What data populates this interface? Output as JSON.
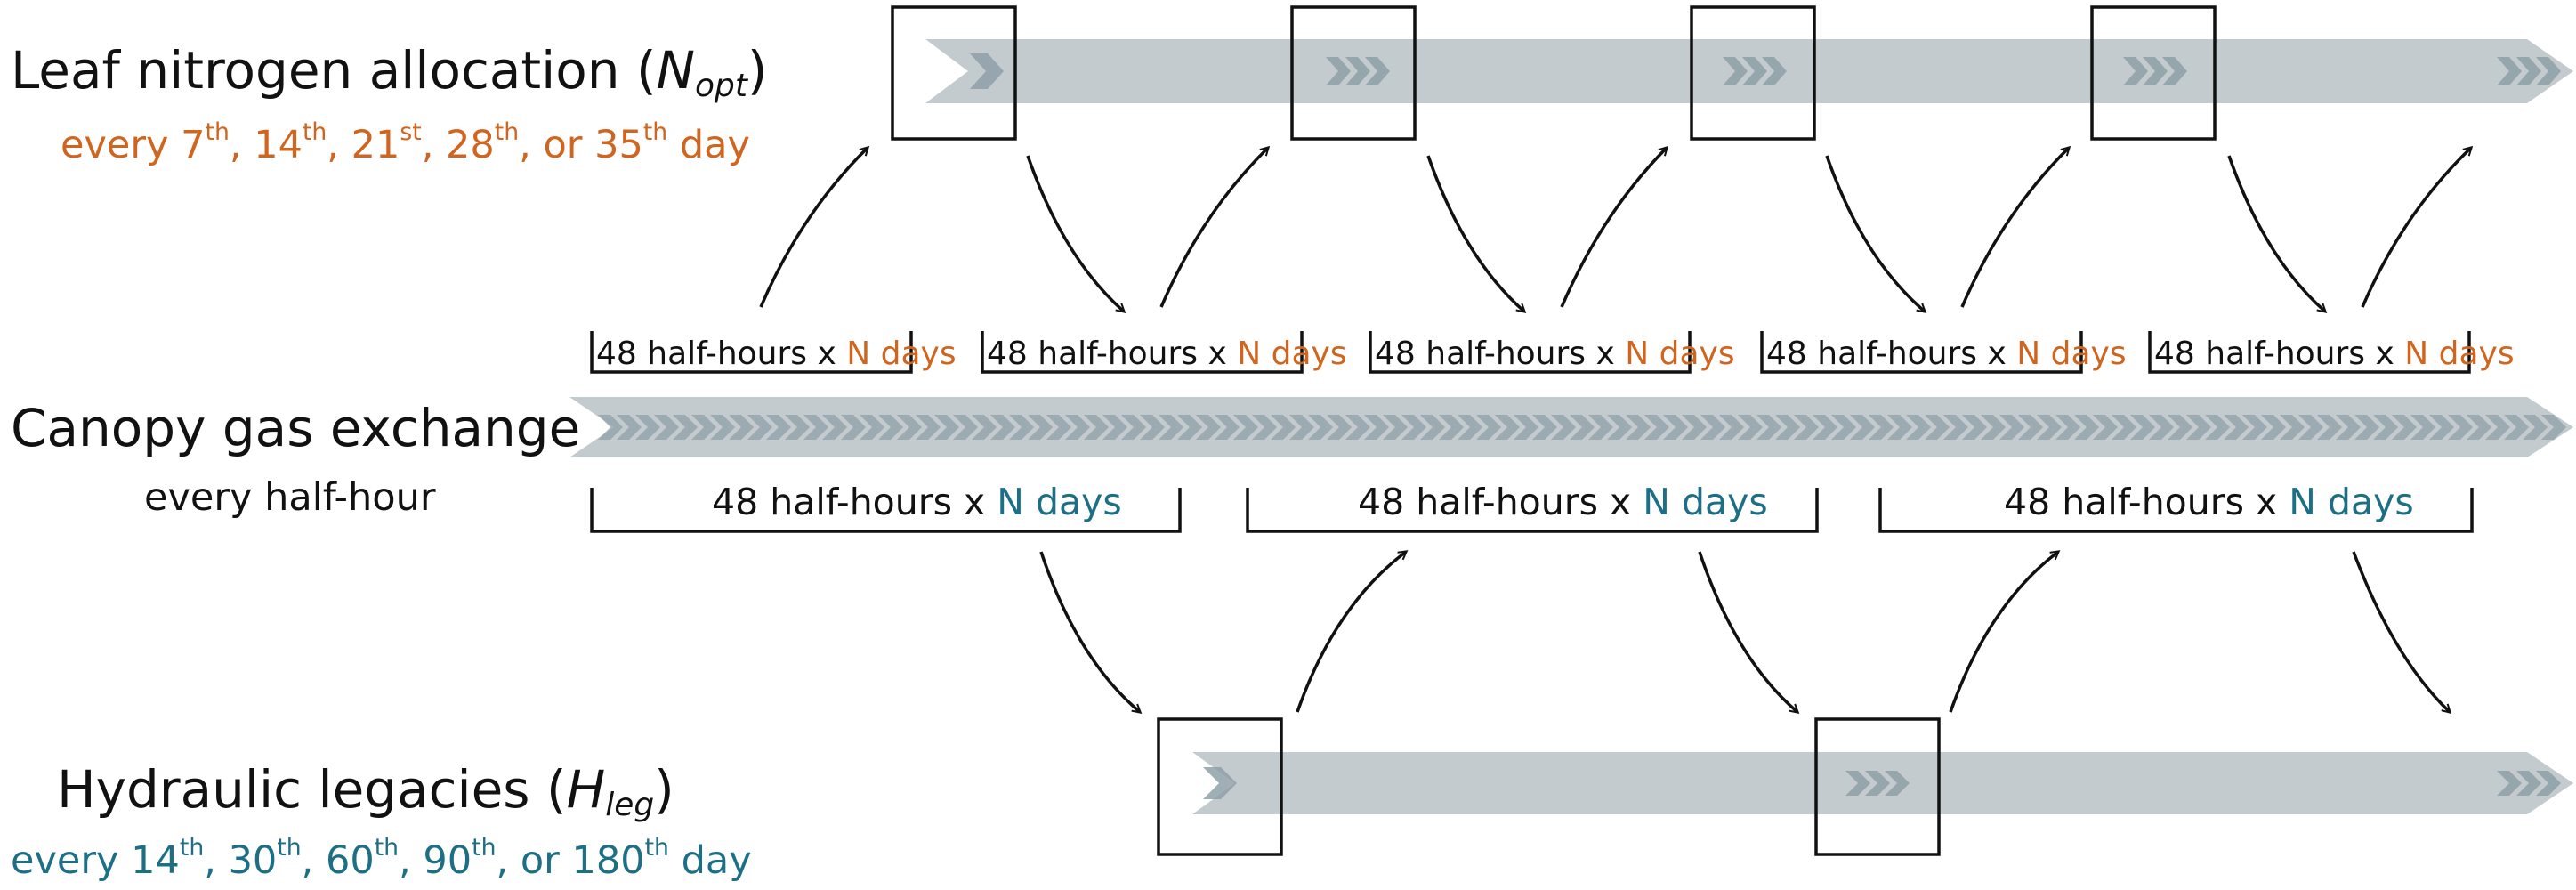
{
  "leaf": {
    "title": "Leaf nitrogen allocation (",
    "symbol": "N",
    "symbol_sub": "opt",
    "close": ")",
    "freq": {
      "prefix": "every ",
      "n1": "7",
      "s1": "th",
      "sep1": ", ",
      "n2": "14",
      "s2": "th",
      "sep2": ", ",
      "n3": "21",
      "s3": "st",
      "sep3": ", ",
      "n4": "28",
      "s4": "th",
      "sep4": ", or ",
      "n5": "35",
      "s5": "th",
      "suffix": " day"
    }
  },
  "canopy": {
    "title": "Canopy gas exchange",
    "freq": "every half-hour"
  },
  "hydraulic": {
    "title": "Hydraulic legacies (",
    "symbol": "H",
    "symbol_sub": "leg",
    "close": ")",
    "freq": {
      "prefix": "every ",
      "n1": "14",
      "s1": "th",
      "sep1": ", ",
      "n2": "30",
      "s2": "th",
      "sep2": ", ",
      "n3": "60",
      "s3": "th",
      "sep3": ", ",
      "n4": "90",
      "s4": "th",
      "sep4": ", or ",
      "n5": "180",
      "s5": "th",
      "suffix": " day"
    }
  },
  "window_label": {
    "base": "48 half-hours x ",
    "unit": "N days"
  },
  "colors": {
    "band": "#c3cbcf",
    "chevron": "#8fa0a8",
    "orange": "#d0651f",
    "teal": "#1d6f86",
    "ink": "#111111"
  }
}
